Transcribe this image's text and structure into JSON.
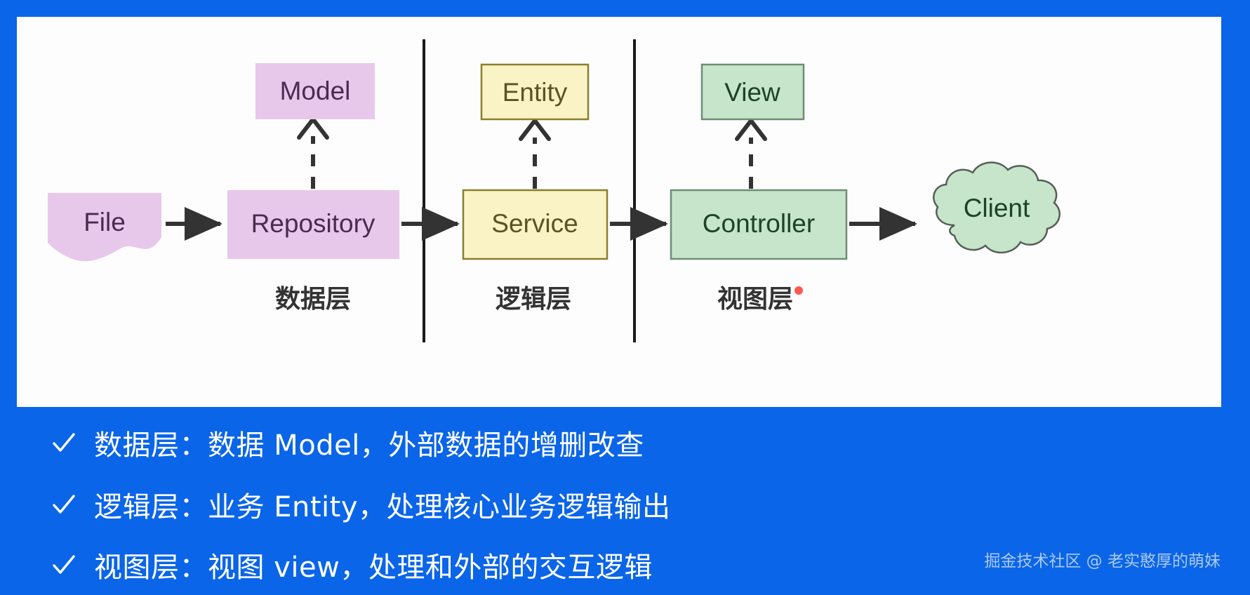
{
  "theme": {
    "background_blue": "#0a65e8",
    "panel_background": "#fdfdfd",
    "purple_fill": "#e8c8ea",
    "purple_text": "#4a2b52",
    "yellow_fill": "#faf3c6",
    "yellow_border": "#8a7f2e",
    "yellow_text": "#5a5326",
    "green_fill": "#c6e5cb",
    "green_border": "#6f8d76",
    "green_text": "#1d4327",
    "arrow_color": "#333333",
    "divider_color": "#1a1a1a",
    "bullet_text_color": "#ffffff",
    "watermark_color": "#b9d2f5",
    "red_dot": "#ff3b30"
  },
  "diagram": {
    "layers": [
      {
        "id": "data-layer",
        "label": "数据层",
        "color_key": "purple",
        "has_red_dot": false,
        "nodes": [
          {
            "id": "file",
            "label": "File",
            "shape": "document"
          },
          {
            "id": "repository",
            "label": "Repository",
            "shape": "rect"
          },
          {
            "id": "model",
            "label": "Model",
            "shape": "rect"
          }
        ]
      },
      {
        "id": "logic-layer",
        "label": "逻辑层",
        "color_key": "yellow",
        "has_red_dot": false,
        "nodes": [
          {
            "id": "service",
            "label": "Service",
            "shape": "rect"
          },
          {
            "id": "entity",
            "label": "Entity",
            "shape": "rect"
          }
        ]
      },
      {
        "id": "view-layer",
        "label": "视图层",
        "color_key": "green",
        "has_red_dot": true,
        "nodes": [
          {
            "id": "controller",
            "label": "Controller",
            "shape": "rect"
          },
          {
            "id": "view",
            "label": "View",
            "shape": "rect"
          },
          {
            "id": "client",
            "label": "Client",
            "shape": "cloud"
          }
        ]
      }
    ],
    "nodes": {
      "file": "File",
      "repository": "Repository",
      "model": "Model",
      "service": "Service",
      "entity": "Entity",
      "controller": "Controller",
      "view": "View",
      "client": "Client"
    },
    "layer_labels": {
      "data": "数据层",
      "logic": "逻辑层",
      "view": "视图层"
    },
    "connections": [
      {
        "from": "file",
        "to": "repository",
        "style": "solid",
        "direction": "right"
      },
      {
        "from": "repository",
        "to": "service",
        "style": "solid",
        "direction": "right"
      },
      {
        "from": "service",
        "to": "controller",
        "style": "solid",
        "direction": "right"
      },
      {
        "from": "controller",
        "to": "client",
        "style": "solid",
        "direction": "right"
      },
      {
        "from": "repository",
        "to": "model",
        "style": "dashed",
        "direction": "up"
      },
      {
        "from": "service",
        "to": "entity",
        "style": "dashed",
        "direction": "up"
      },
      {
        "from": "controller",
        "to": "view",
        "style": "dashed",
        "direction": "up"
      }
    ]
  },
  "bullets": [
    {
      "marker": "check-icon",
      "text": "数据层：数据 Model，外部数据的增删改查"
    },
    {
      "marker": "check-icon",
      "text": "逻辑层：业务 Entity，处理核心业务逻辑输出"
    },
    {
      "marker": "check-icon",
      "text": "视图层：视图 view，处理和外部的交互逻辑"
    }
  ],
  "watermark": {
    "text": "掘金技术社区 @ 老实憨厚的萌妹"
  }
}
